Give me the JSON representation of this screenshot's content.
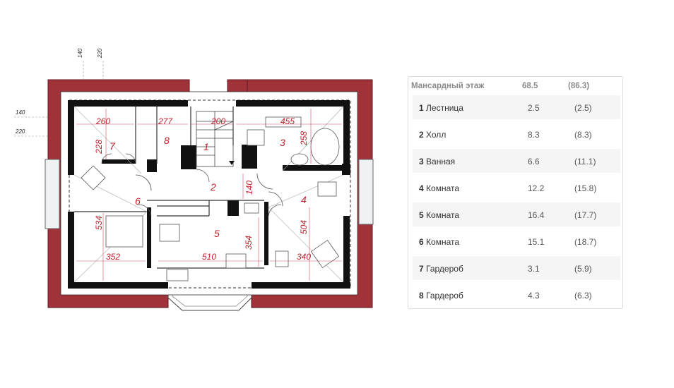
{
  "plan": {
    "level_marks": {
      "vertical_left": "140",
      "vertical_right": "220",
      "horizontal_top": "140",
      "horizontal_bottom": "220"
    },
    "dimensions": [
      "260",
      "277",
      "200",
      "455",
      "228",
      "258",
      "140",
      "534",
      "504",
      "352",
      "510",
      "354",
      "340"
    ],
    "room_numbers": [
      "7",
      "8",
      "1",
      "3",
      "2",
      "6",
      "4",
      "5"
    ]
  },
  "area_table": {
    "header": {
      "floor": "Мансардный этаж",
      "area": "68.5",
      "total": "(86.3)"
    },
    "rooms": [
      {
        "num": "1",
        "name": "Лестница",
        "area": "2.5",
        "total": "(2.5)"
      },
      {
        "num": "2",
        "name": "Холл",
        "area": "8.3",
        "total": "(8.3)"
      },
      {
        "num": "3",
        "name": "Ванная",
        "area": "6.6",
        "total": "(11.1)"
      },
      {
        "num": "4",
        "name": "Комната",
        "area": "12.2",
        "total": "(15.8)"
      },
      {
        "num": "5",
        "name": "Комната",
        "area": "16.4",
        "total": "(17.7)"
      },
      {
        "num": "6",
        "name": "Комната",
        "area": "15.1",
        "total": "(18.7)"
      },
      {
        "num": "7",
        "name": "Гардероб",
        "area": "3.1",
        "total": "(5.9)"
      },
      {
        "num": "8",
        "name": "Гардероб",
        "area": "4.3",
        "total": "(6.3)"
      }
    ]
  },
  "colors": {
    "roof": "#a0323a",
    "wall": "#111111",
    "dimension_text": "#c0202c",
    "window": "#eef2f2"
  }
}
